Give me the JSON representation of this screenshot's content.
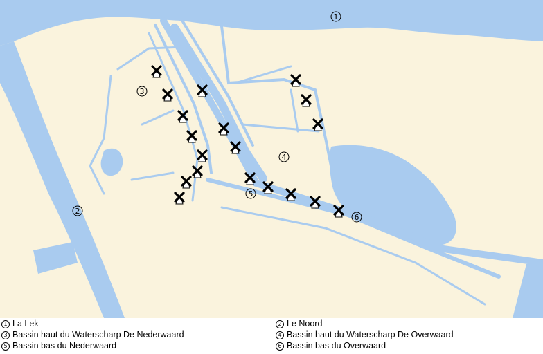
{
  "colors": {
    "land": "#faf3dd",
    "water": "#a9cbef",
    "mill": "#000000"
  },
  "callouts": [
    {
      "id": "1",
      "symbol": "①"
    },
    {
      "id": "2",
      "symbol": "②"
    },
    {
      "id": "3",
      "symbol": "③"
    },
    {
      "id": "4",
      "symbol": "④"
    },
    {
      "id": "5",
      "symbol": "⑤"
    },
    {
      "id": "6",
      "symbol": "⑥"
    }
  ],
  "legend": [
    {
      "symbol": "①",
      "text": "La Lek"
    },
    {
      "symbol": "②",
      "text": "Le Noord"
    },
    {
      "symbol": "③",
      "text": "Bassin haut  du Waterscharp De Nederwaard"
    },
    {
      "symbol": "④",
      "text": "Bassin haut  du Waterscharp De Overwaard"
    },
    {
      "symbol": "⑤",
      "text": "Bassin bas du Nederwaard"
    },
    {
      "symbol": "⑥",
      "text": "Bassin bas du Overwaard"
    }
  ],
  "windmill_count": 19
}
